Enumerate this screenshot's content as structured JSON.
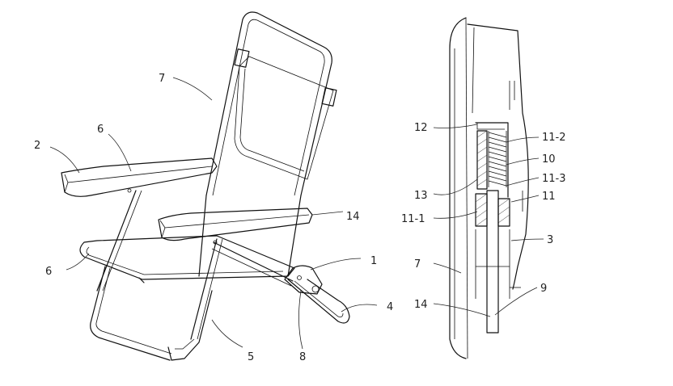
{
  "chair_labels": {
    "l7": "7",
    "l6a": "6",
    "l2": "2",
    "l14": "14",
    "l6b": "6",
    "l1": "1",
    "l4": "4",
    "l5": "5",
    "l8": "8"
  },
  "section_labels": {
    "l12": "12",
    "l11_2": "11-2",
    "l10": "10",
    "l11_3": "11-3",
    "l11": "11",
    "l13": "13",
    "l11_1": "11-1",
    "l3": "3",
    "l7": "7",
    "l9": "9",
    "l14": "14"
  }
}
